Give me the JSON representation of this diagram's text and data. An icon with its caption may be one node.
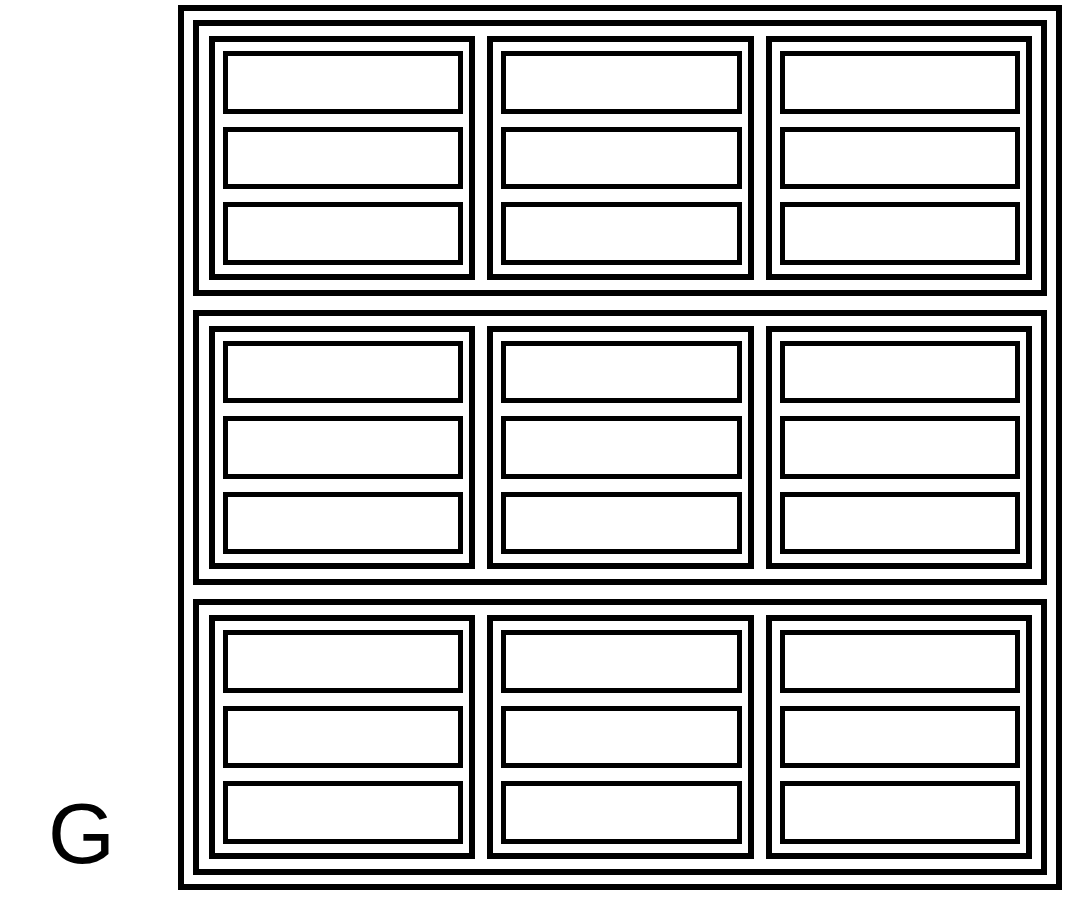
{
  "diagram": {
    "nodes": [
      {
        "text": [],
        "shape": "box"
      },
      {
        "text": [],
        "shape": "box",
        "in": 0
      },
      {
        "text": [],
        "shape": "box",
        "in": 1
      },
      {
        "text": [],
        "shape": "box",
        "in": 2
      },
      {
        "text": [],
        "shape": "box",
        "in": 2
      },
      {
        "text": [],
        "shape": "box",
        "in": 2
      },
      {
        "text": [],
        "shape": "box",
        "in": 1
      },
      {
        "text": [],
        "shape": "box",
        "in": 6
      },
      {
        "text": [],
        "shape": "box",
        "in": 6
      },
      {
        "text": [],
        "shape": "box",
        "in": 6
      },
      {
        "text": [],
        "shape": "box",
        "in": 1
      },
      {
        "text": [],
        "shape": "box",
        "in": 10
      },
      {
        "text": [],
        "shape": "box",
        "in": 10
      },
      {
        "text": [],
        "shape": "box",
        "in": 10
      },
      {
        "text": [],
        "shape": "box",
        "in": 0
      },
      {
        "text": [],
        "shape": "box",
        "in": 14
      },
      {
        "text": [],
        "shape": "box",
        "in": 15
      },
      {
        "text": [],
        "shape": "box",
        "in": 15
      },
      {
        "text": [],
        "shape": "box",
        "in": 15
      },
      {
        "text": [],
        "shape": "box",
        "in": 14
      },
      {
        "text": [],
        "shape": "box",
        "in": 19
      },
      {
        "text": [],
        "shape": "box",
        "in": 19
      },
      {
        "text": [],
        "shape": "box",
        "in": 19
      },
      {
        "text": [],
        "shape": "box",
        "in": 14
      },
      {
        "text": [],
        "shape": "box",
        "in": 23
      },
      {
        "text": [],
        "shape": "box",
        "in": 23
      },
      {
        "text": [],
        "shape": "box",
        "in": 23
      },
      {
        "text": [],
        "shape": "box",
        "in": 0
      },
      {
        "text": [],
        "shape": "box",
        "in": 27
      },
      {
        "text": [],
        "shape": "box",
        "in": 28
      },
      {
        "text": [],
        "shape": "box",
        "in": 28
      },
      {
        "text": [],
        "shape": "box",
        "in": 28
      },
      {
        "text": [],
        "shape": "box",
        "in": 27
      },
      {
        "text": [],
        "shape": "box",
        "in": 32
      },
      {
        "text": [],
        "shape": "box",
        "in": 32
      },
      {
        "text": [],
        "shape": "box",
        "in": 32
      },
      {
        "text": [],
        "shape": "box",
        "in": 27
      },
      {
        "text": [],
        "shape": "box",
        "in": 36
      },
      {
        "text": [],
        "shape": "box",
        "in": 36
      },
      {
        "text": [],
        "shape": "box",
        "in": 36
      }
    ],
    "labels": [
      "G"
    ]
  }
}
